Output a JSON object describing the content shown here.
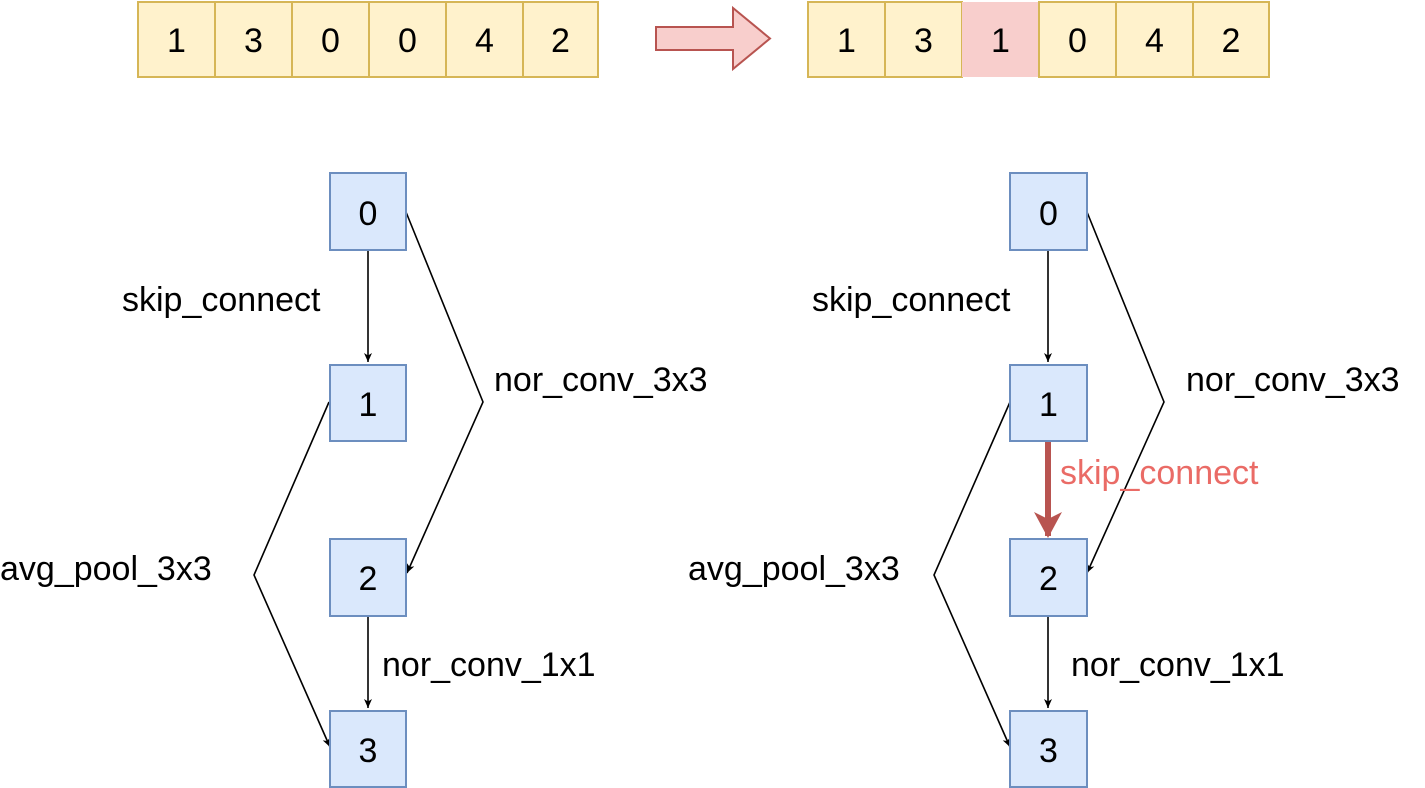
{
  "colors": {
    "cell_fill": "#fff2cc",
    "cell_stroke": "#d6b656",
    "cell_highlight_fill": "#f8cecc",
    "node_fill": "#dae8fc",
    "node_stroke": "#6c8ebf",
    "edge": "#000000",
    "changed_edge": "#b85450",
    "changed_label": "#ea6b66",
    "transform_arrow_fill": "#f8cecc",
    "transform_arrow_stroke": "#b85450"
  },
  "encoding_before": {
    "cells": [
      "1",
      "3",
      "0",
      "0",
      "4",
      "2"
    ]
  },
  "encoding_after": {
    "cells": [
      "1",
      "3",
      "1",
      "0",
      "4",
      "2"
    ],
    "changed_index": 2
  },
  "transform_arrow": {
    "icon": "right-arrow-icon"
  },
  "cell_before": {
    "nodes": [
      "0",
      "1",
      "2",
      "3"
    ],
    "edges": [
      {
        "from": "0",
        "to": "1",
        "label": "skip_connect"
      },
      {
        "from": "0",
        "to": "2",
        "label": "nor_conv_3x3"
      },
      {
        "from": "1",
        "to": "3",
        "label": "avg_pool_3x3"
      },
      {
        "from": "2",
        "to": "3",
        "label": "nor_conv_1x1"
      }
    ]
  },
  "cell_after": {
    "nodes": [
      "0",
      "1",
      "2",
      "3"
    ],
    "edges": [
      {
        "from": "0",
        "to": "1",
        "label": "skip_connect"
      },
      {
        "from": "0",
        "to": "2",
        "label": "nor_conv_3x3"
      },
      {
        "from": "1",
        "to": "2",
        "label": "skip_connect",
        "changed": true
      },
      {
        "from": "1",
        "to": "3",
        "label": "avg_pool_3x3"
      },
      {
        "from": "2",
        "to": "3",
        "label": "nor_conv_1x1"
      }
    ]
  }
}
